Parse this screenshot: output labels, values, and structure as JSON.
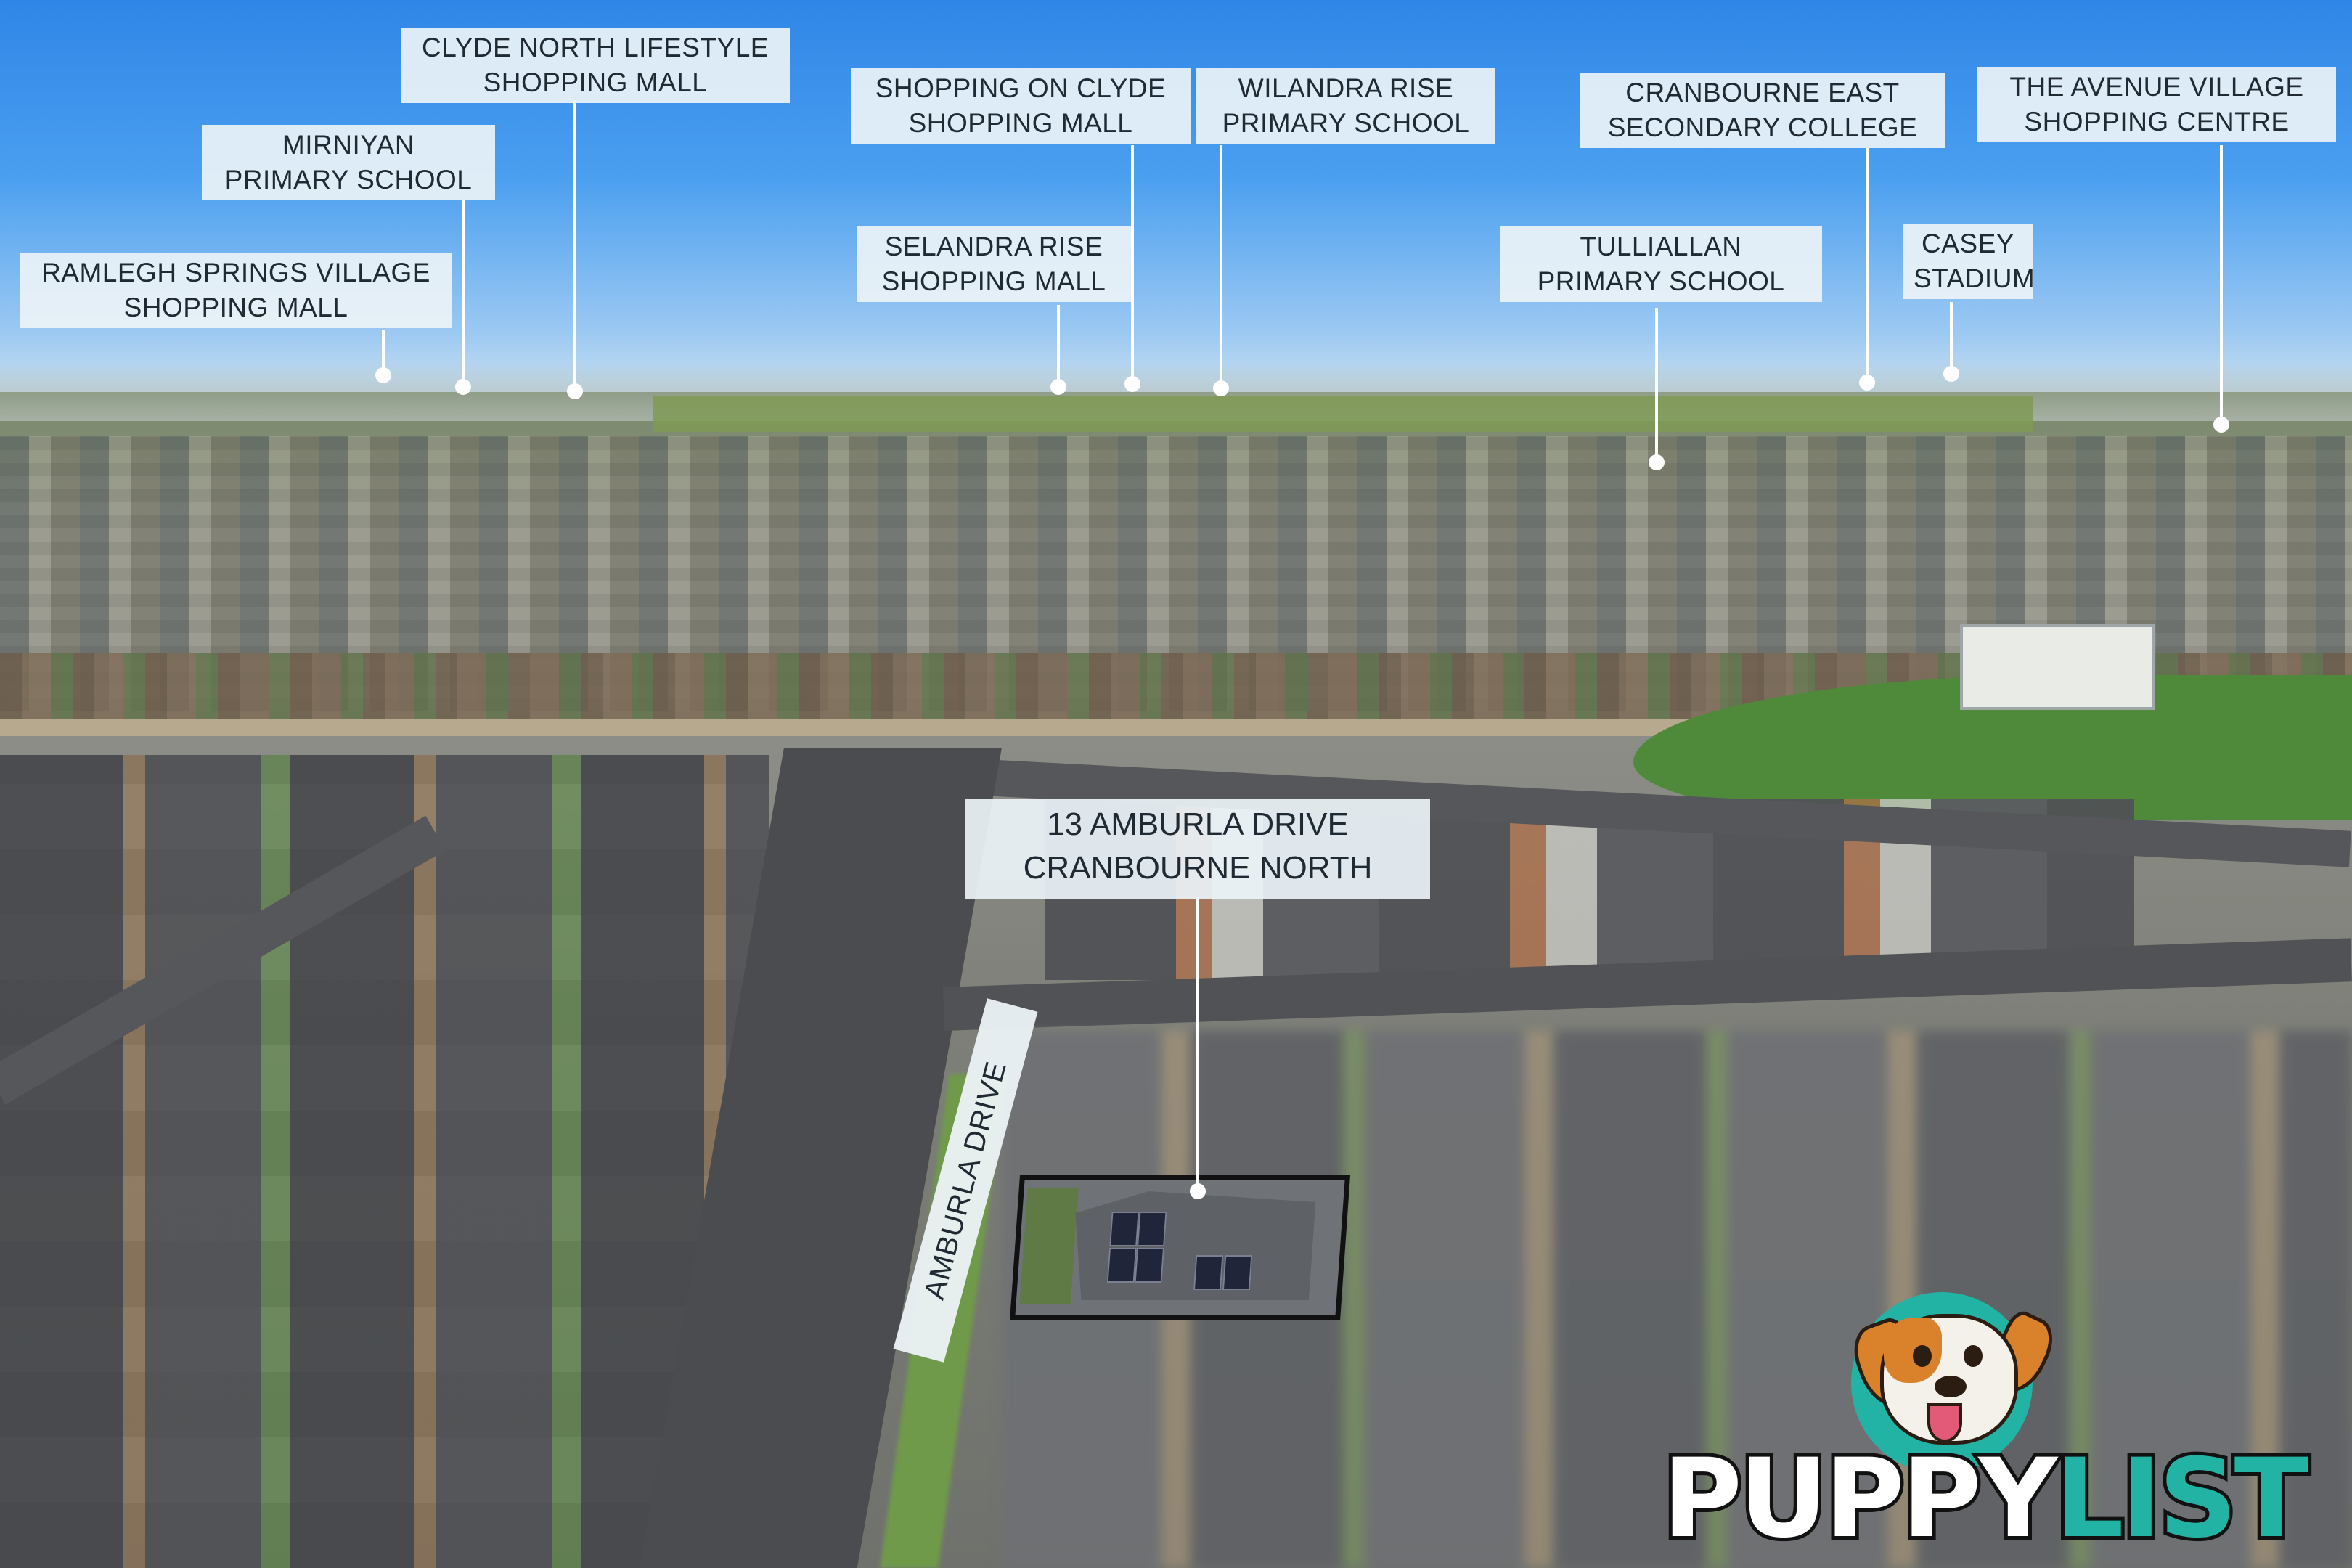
{
  "labels": [
    {
      "id": "ramlegh",
      "lines": [
        "RAMLEGH SPRINGS VILLAGE",
        "SHOPPING MALL"
      ]
    },
    {
      "id": "mirniyan",
      "lines": [
        "MIRNIYAN",
        "PRIMARY SCHOOL"
      ]
    },
    {
      "id": "clyde-north",
      "lines": [
        "CLYDE NORTH LIFESTYLE",
        "SHOPPING MALL"
      ]
    },
    {
      "id": "shopping-on-clyde",
      "lines": [
        "SHOPPING ON CLYDE",
        "SHOPPING MALL"
      ]
    },
    {
      "id": "selandra",
      "lines": [
        "SELANDRA RISE",
        "SHOPPING MALL"
      ]
    },
    {
      "id": "wilandra",
      "lines": [
        "WILANDRA RISE",
        "PRIMARY SCHOOL"
      ]
    },
    {
      "id": "tulliallan",
      "lines": [
        "TULLIALLAN",
        "PRIMARY SCHOOL"
      ]
    },
    {
      "id": "cranbourne-east",
      "lines": [
        "CRANBOURNE EAST",
        "SECONDARY COLLEGE"
      ]
    },
    {
      "id": "casey",
      "lines": [
        "CASEY",
        "STADIUM"
      ]
    },
    {
      "id": "avenue-village",
      "lines": [
        "THE AVENUE VILLAGE",
        "SHOPPING CENTRE"
      ]
    }
  ],
  "address": {
    "line1": "13 AMBURLA DRIVE",
    "line2": "CRANBOURNE NORTH"
  },
  "street_name": "AMBURLA DRIVE",
  "logo": {
    "word1": "PUPPY",
    "word2": "LIST",
    "icon": "beagle-puppy-icon",
    "accent": "#23b3a5"
  },
  "colors": {
    "label_bg": "#ecf3f7",
    "label_text": "#1f2a33",
    "leader": "#ffffff",
    "sky": "#2f86e6"
  }
}
